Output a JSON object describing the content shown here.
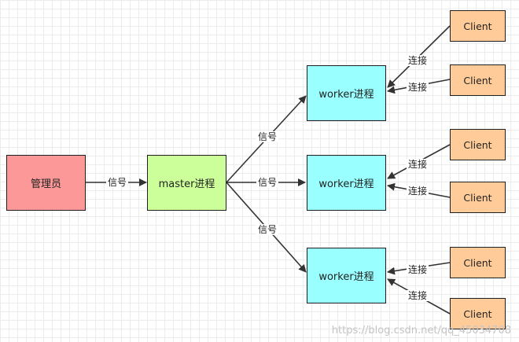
{
  "nodes": {
    "admin": "管理员",
    "master": "master进程",
    "workers": [
      "worker进程",
      "worker进程",
      "worker进程"
    ],
    "clients": [
      "Client",
      "Client",
      "Client",
      "Client",
      "Client",
      "Client"
    ]
  },
  "edge_labels": {
    "admin_master": "信号",
    "master_worker": [
      "信号",
      "信号",
      "信号"
    ],
    "client_worker": [
      "连接",
      "连接",
      "连接",
      "连接",
      "连接",
      "连接"
    ]
  },
  "watermark": "https://blog.csdn.net/qq_45034708",
  "colors": {
    "admin": "#fd9898",
    "master": "#ccff99",
    "worker": "#99ffff",
    "client": "#ffcc99",
    "edge": "#333333"
  }
}
